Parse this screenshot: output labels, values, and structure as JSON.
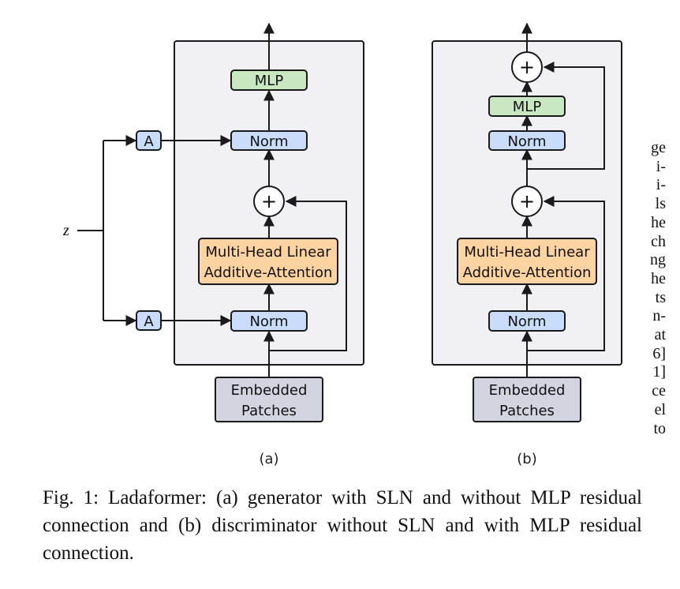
{
  "side_text": [
    "ge",
    "i-",
    "i-",
    "ls",
    "he",
    "ch",
    "ng",
    "he",
    "ts",
    "n-",
    "at",
    "6]",
    "1]",
    "ce",
    "el",
    "to"
  ],
  "figure": {
    "z_label": "z",
    "a_label": "A",
    "norm_label": "Norm",
    "mlp_label": "MLP",
    "plus_label": "+",
    "attention_line1": "Multi-Head Linear",
    "attention_line2": "Additive-Attention",
    "embedded_line1": "Embedded",
    "embedded_line2": "Patches",
    "sub_a": "(a)",
    "sub_b": "(b)"
  },
  "caption": "Fig. 1: Ladaformer: (a) generator with SLN and without MLP residual connection and (b) discriminator without SLN and with MLP residual connection.",
  "colors": {
    "panel_fill": "#f1f1f5",
    "mlp_fill": "#c9e8c2",
    "norm_fill": "#c9ddfb",
    "attention_fill": "#fcd3a1",
    "embedded_fill": "#d2d4e0",
    "stroke": "#1a1a1a"
  }
}
